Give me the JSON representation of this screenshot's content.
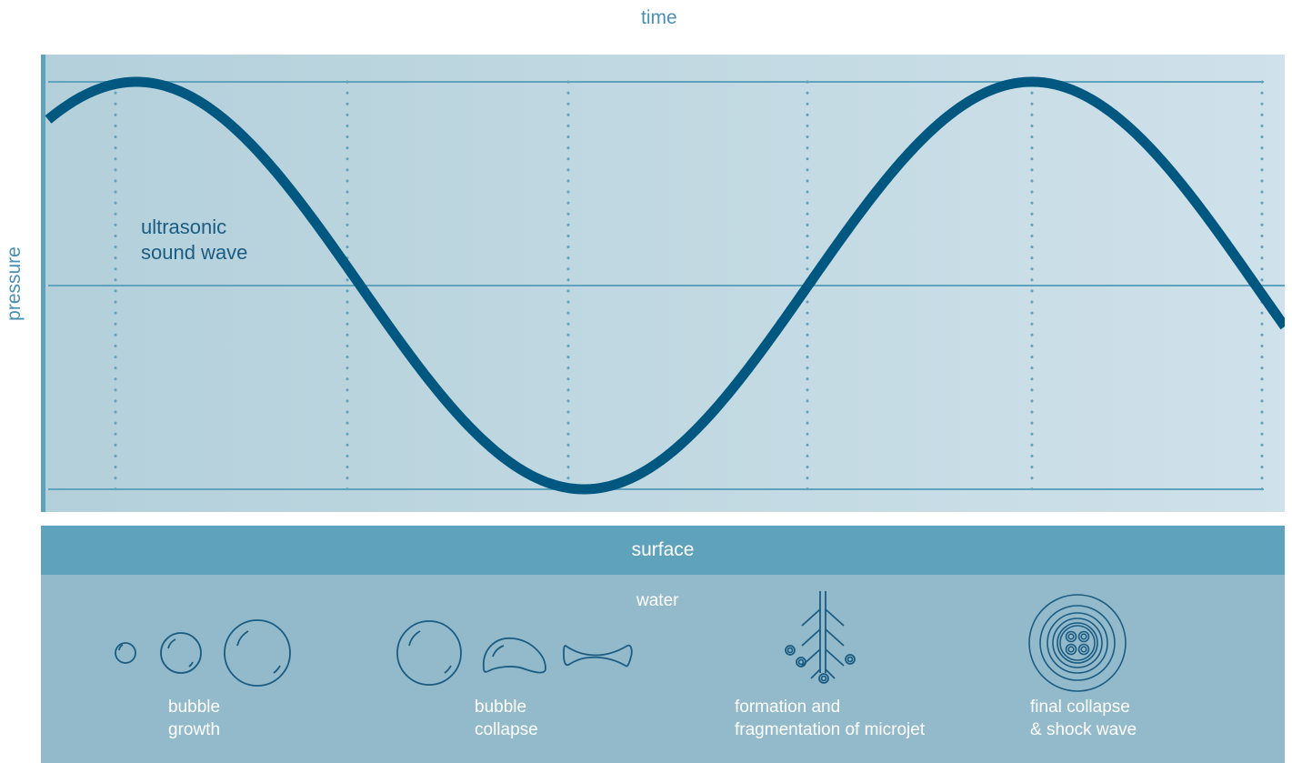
{
  "axes": {
    "x_label": "time",
    "y_label": "pressure"
  },
  "wave": {
    "label_line1": "ultrasonic",
    "label_line2": "sound wave",
    "color": "#005780"
  },
  "medium": {
    "surface_label": "surface",
    "water_label": "water"
  },
  "stages": [
    {
      "line1": "bubble",
      "line2": "growth",
      "icon": "growing-bubbles-icon"
    },
    {
      "line1": "bubble",
      "line2": "collapse",
      "icon": "collapsing-bubbles-icon"
    },
    {
      "line1": "formation and",
      "line2": "fragmentation of microjet",
      "icon": "microjet-icon"
    },
    {
      "line1": "final collapse",
      "line2": "& shock wave",
      "icon": "shock-wave-icon"
    }
  ],
  "colors": {
    "graph_bg_left": "#b3d0da",
    "graph_bg_right": "#cfe1ea",
    "grid_line": "#5fa2bb",
    "surface": "#5fa2bb",
    "water": "#93bacb",
    "axis_text": "#4a8fb4"
  }
}
